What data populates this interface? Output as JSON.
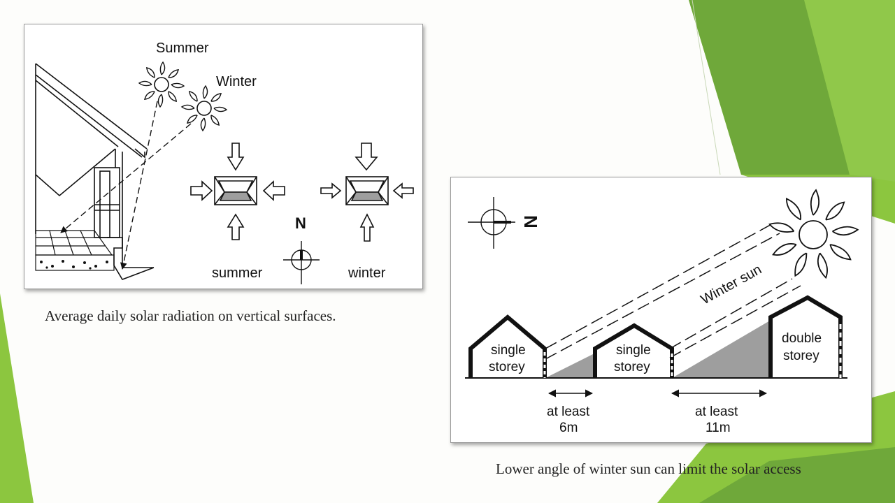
{
  "slide": {
    "accent_colors": [
      "#8cc63f",
      "#6fa83a",
      "#4e8a2e"
    ]
  },
  "figure1": {
    "label_summer_sun": "Summer",
    "label_winter_sun": "Winter",
    "label_summer": "summer",
    "label_winter": "winter",
    "label_north": "N",
    "caption": "Average daily solar radiation on vertical surfaces."
  },
  "figure2": {
    "label_north": "N",
    "label_winter_sun": "Winter sun",
    "house1_line1": "single",
    "house1_line2": "storey",
    "house2_line1": "single",
    "house2_line2": "storey",
    "house3_line1": "double",
    "house3_line2": "storey",
    "gap1_line1": "at least",
    "gap1_line2": "6m",
    "gap2_line1": "at least",
    "gap2_line2": "11m",
    "caption": "Lower angle of winter sun can limit the solar access"
  }
}
